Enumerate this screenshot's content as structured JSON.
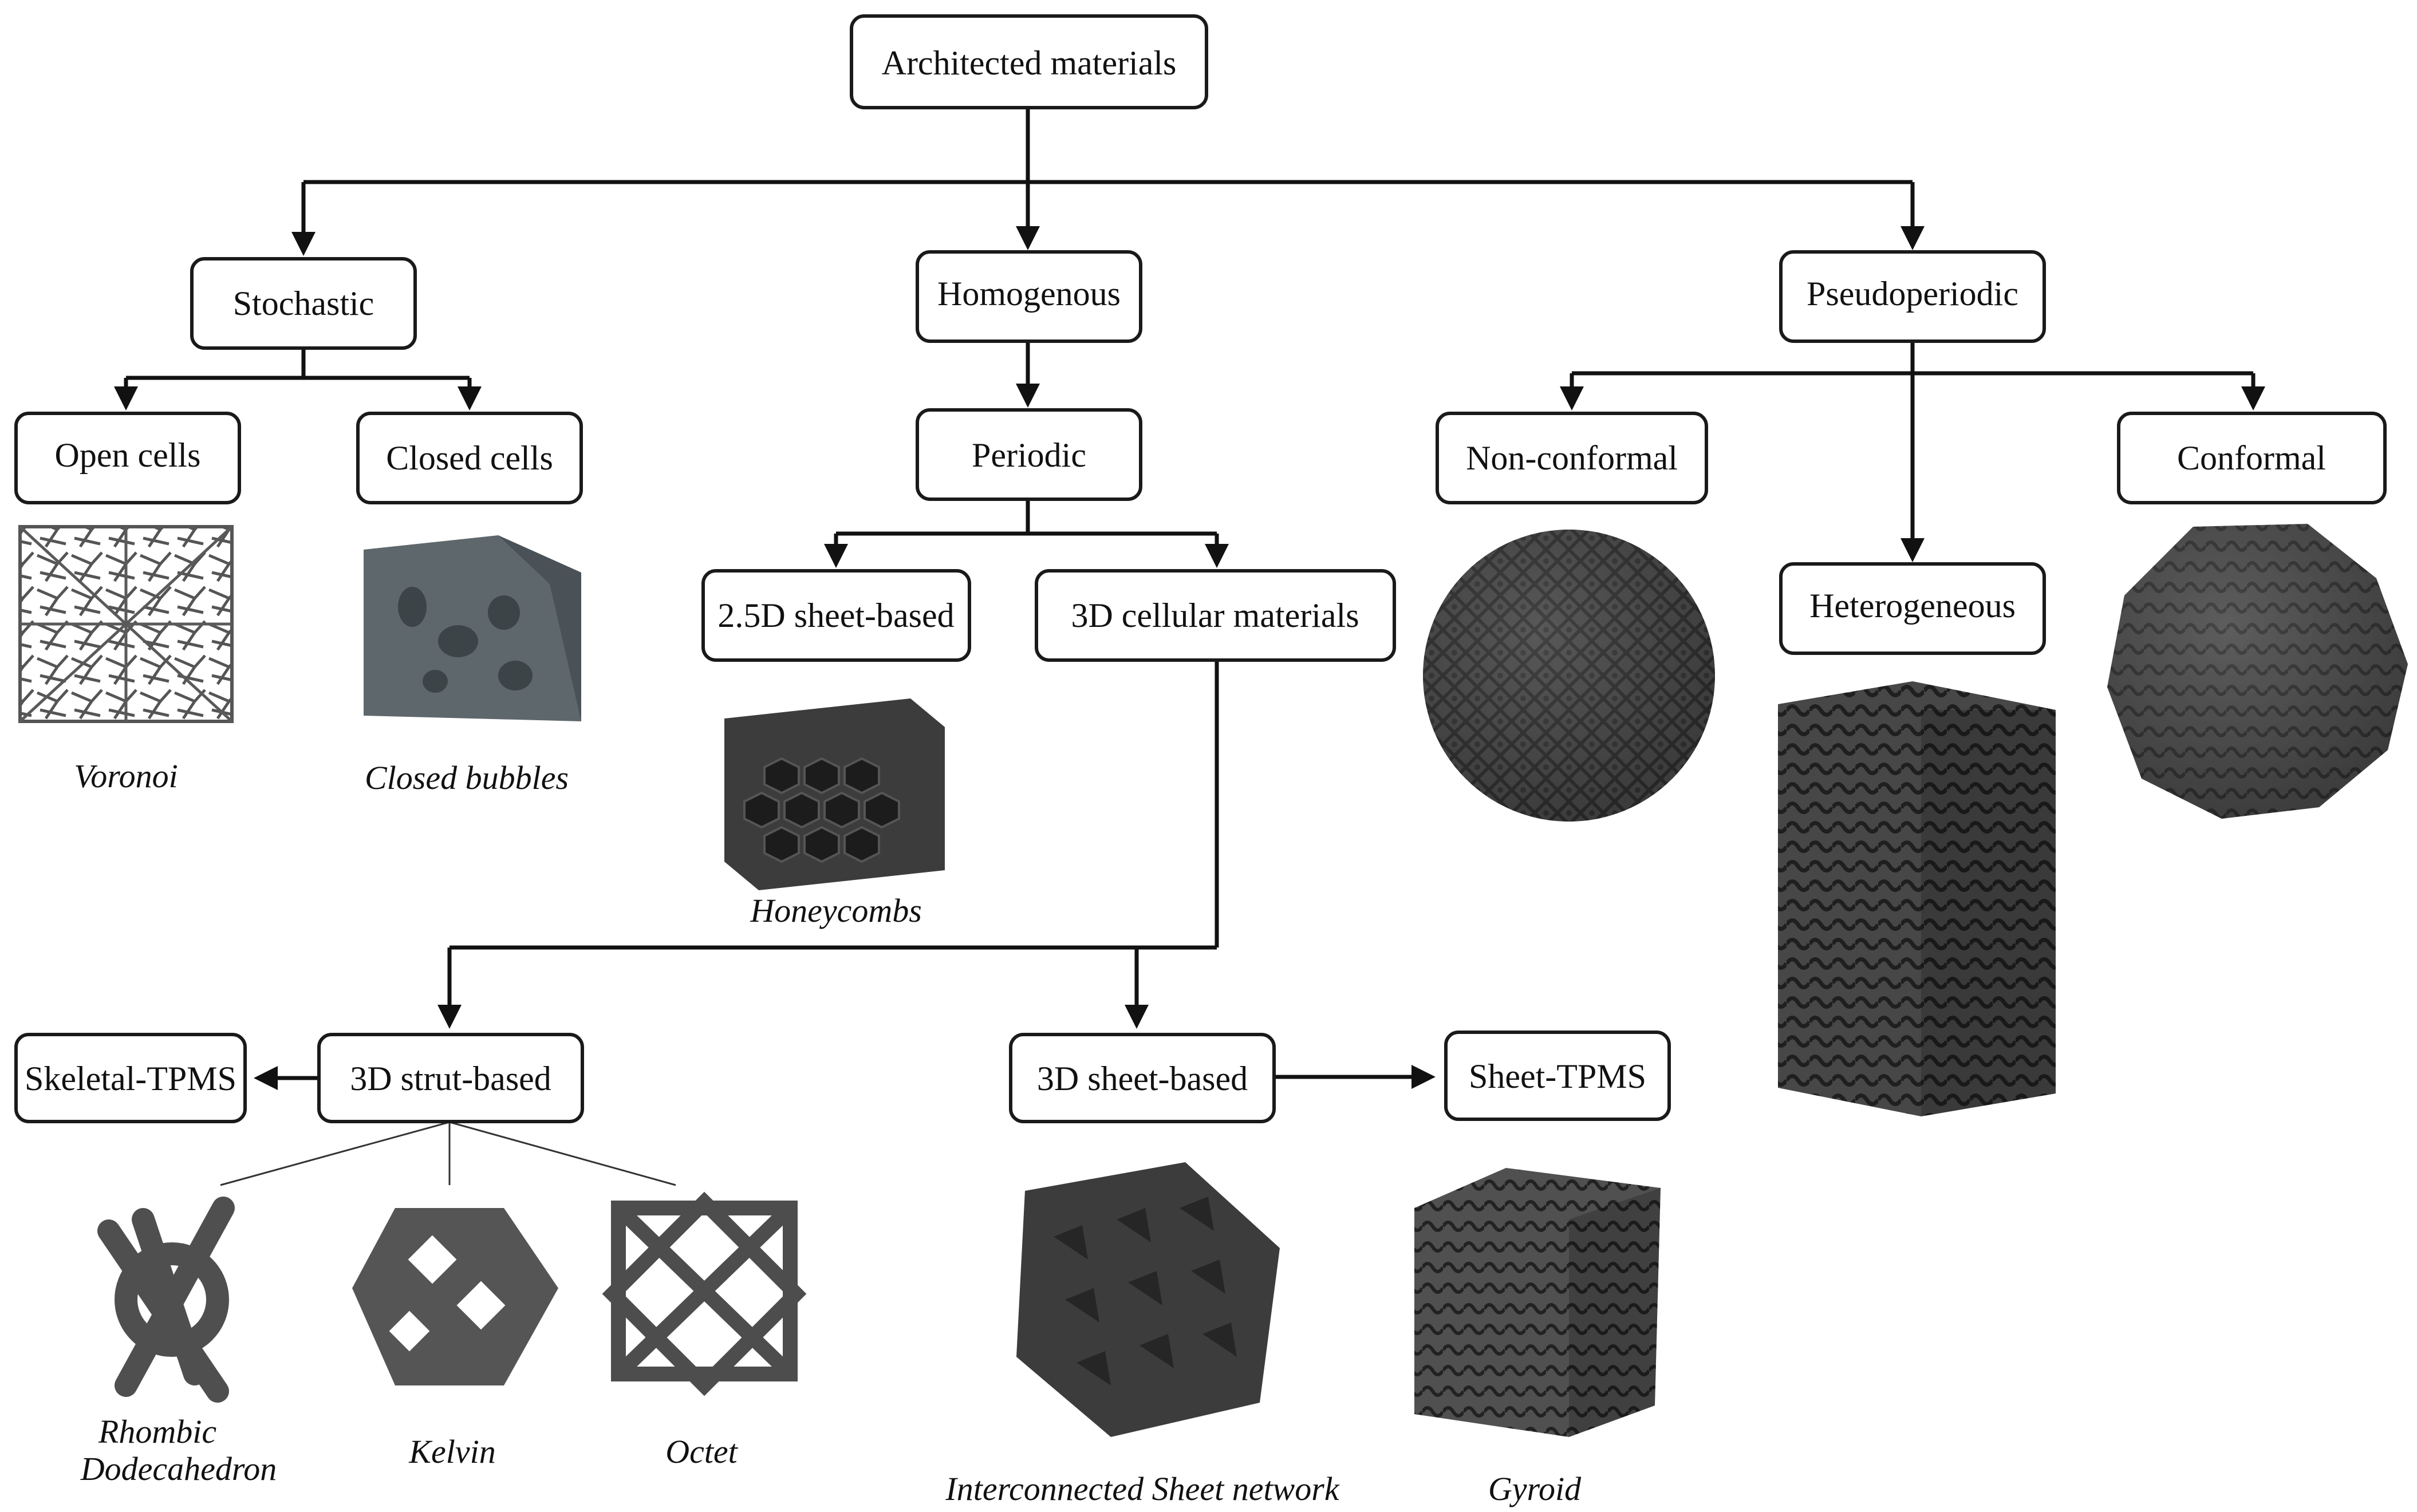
{
  "nodes": {
    "root": "Architected materials",
    "stochastic": "Stochastic",
    "homogenous": "Homogenous",
    "pseudoperiodic": "Pseudoperiodic",
    "open_cells": "Open cells",
    "closed_cells": "Closed cells",
    "periodic": "Periodic",
    "sheet_2_5d": "2.5D sheet-based",
    "cellular_3d": "3D cellular materials",
    "non_conformal": "Non-conformal",
    "heterogeneous": "Heterogeneous",
    "conformal": "Conformal",
    "skeletal_tpms": "Skeletal-TPMS",
    "strut_3d": "3D strut-based",
    "sheet_3d": "3D sheet-based",
    "sheet_tpms": "Sheet-TPMS"
  },
  "captions": {
    "voronoi": "Voronoi",
    "closed_bubbles": "Closed bubbles",
    "honeycombs": "Honeycombs",
    "rhombic_1": "Rhombic",
    "rhombic_2": "Dodecahedron",
    "kelvin": "Kelvin",
    "octet": "Octet",
    "interconnected": "Interconnected Sheet network",
    "gyroid": "Gyroid"
  },
  "colors": {
    "material_dark": "#3a3a3a",
    "material_mid": "#5a5a5a",
    "material_light": "#7a7a7a",
    "closed_bubble": "#5e676c",
    "line": "#111111"
  }
}
